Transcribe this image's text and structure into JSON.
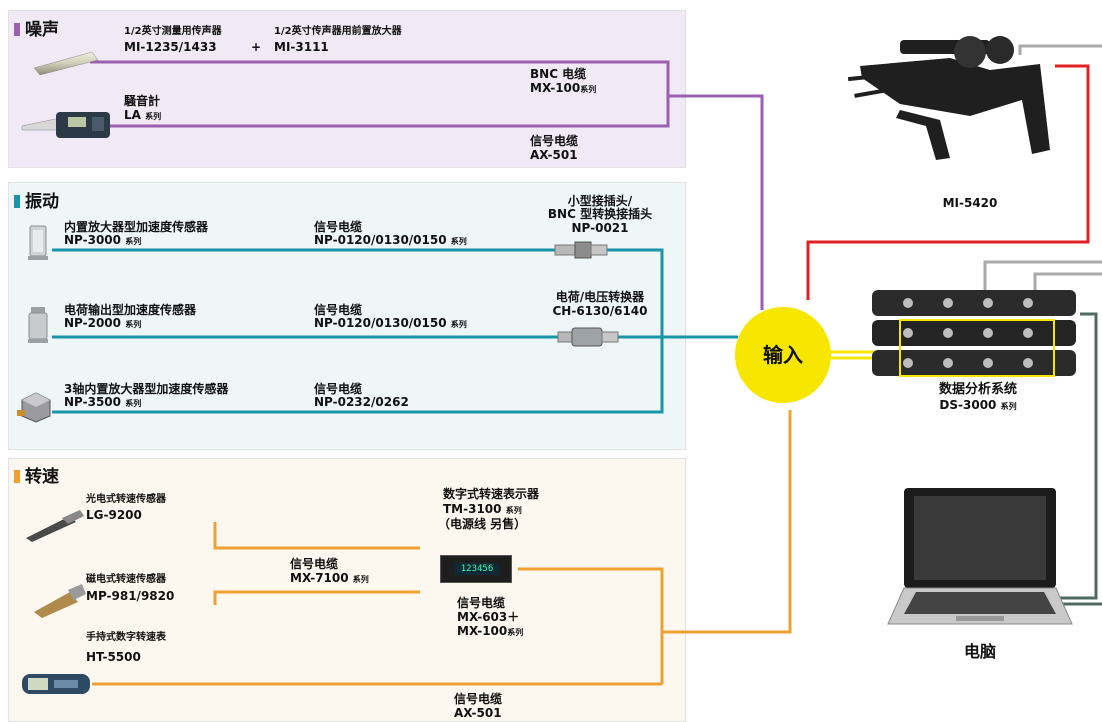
{
  "sections": {
    "noise": {
      "title": "噪声",
      "color": "#9b5fb0"
    },
    "vibration": {
      "title": "振动",
      "color": "#1a95a8"
    },
    "speed": {
      "title": "转速",
      "color": "#f0a030"
    }
  },
  "noise": {
    "mic": {
      "name": "1/2英寸测量用传声器",
      "model": "MI-1235/1433"
    },
    "plus": "+",
    "preamp": {
      "name": "1/2英寸传声器用前置放大器",
      "model": "MI-3111"
    },
    "bnc": {
      "name": "BNC 电缆",
      "model": "MX-100",
      "suffix": "系列"
    },
    "meter": {
      "name": "騒音計",
      "model": "LA",
      "suffix": "系列"
    },
    "cable": {
      "name": "信号电缆",
      "model": "AX-501"
    }
  },
  "vibration": {
    "s1": {
      "name": "内置放大器型加速度传感器",
      "model": "NP-3000",
      "suffix": "系列"
    },
    "c1": {
      "name": "信号电缆",
      "model": "NP-0120/0130/0150",
      "suffix": "系列"
    },
    "conn": {
      "line1": "小型接插头/",
      "line2": "BNC 型转换接插头",
      "model": "NP-0021"
    },
    "s2": {
      "name": "电荷输出型加速度传感器",
      "model": "NP-2000",
      "suffix": "系列"
    },
    "c2": {
      "name": "信号电缆",
      "model": "NP-0120/0130/0150",
      "suffix": "系列"
    },
    "conv": {
      "name": "电荷/电压转换器",
      "model": "CH-6130/6140"
    },
    "s3": {
      "name": "3轴内置放大器型加速度传感器",
      "model": "NP-3500",
      "suffix": "系列"
    },
    "c3": {
      "name": "信号电缆",
      "model": "NP-0232/0262"
    }
  },
  "speed": {
    "lg": {
      "name": "光电式转速传感器",
      "model": "LG-9200"
    },
    "mp": {
      "name": "磁电式转速传感器",
      "model": "MP-981/9820"
    },
    "ht": {
      "name": "手持式数字转速表",
      "model": "HT-5500"
    },
    "cable1": {
      "name": "信号电缆",
      "model": "MX-7100",
      "suffix": "系列"
    },
    "tm": {
      "name": "数字式转速表示器",
      "model": "TM-3100",
      "suffix": "系列",
      "note": "（电源线 另售）"
    },
    "cable2": {
      "name": "信号电缆",
      "model1": "MX-603＋",
      "model2": "MX-100",
      "suffix": "系列"
    },
    "cable3": {
      "name": "信号电缆",
      "model": "AX-501"
    },
    "tm_display": "123456"
  },
  "input_label": "输入",
  "mi5420": "MI-5420",
  "ds": {
    "name": "数据分析系统",
    "model": "DS-3000",
    "suffix": "系列"
  },
  "pc": "电脑",
  "colors": {
    "purple": "#9b5fb0",
    "teal": "#1a95a8",
    "orange": "#f0a030",
    "red": "#e02020",
    "grey": "#a9a9a9",
    "dkgreen": "#4f6a62",
    "input": "#f7e600"
  }
}
